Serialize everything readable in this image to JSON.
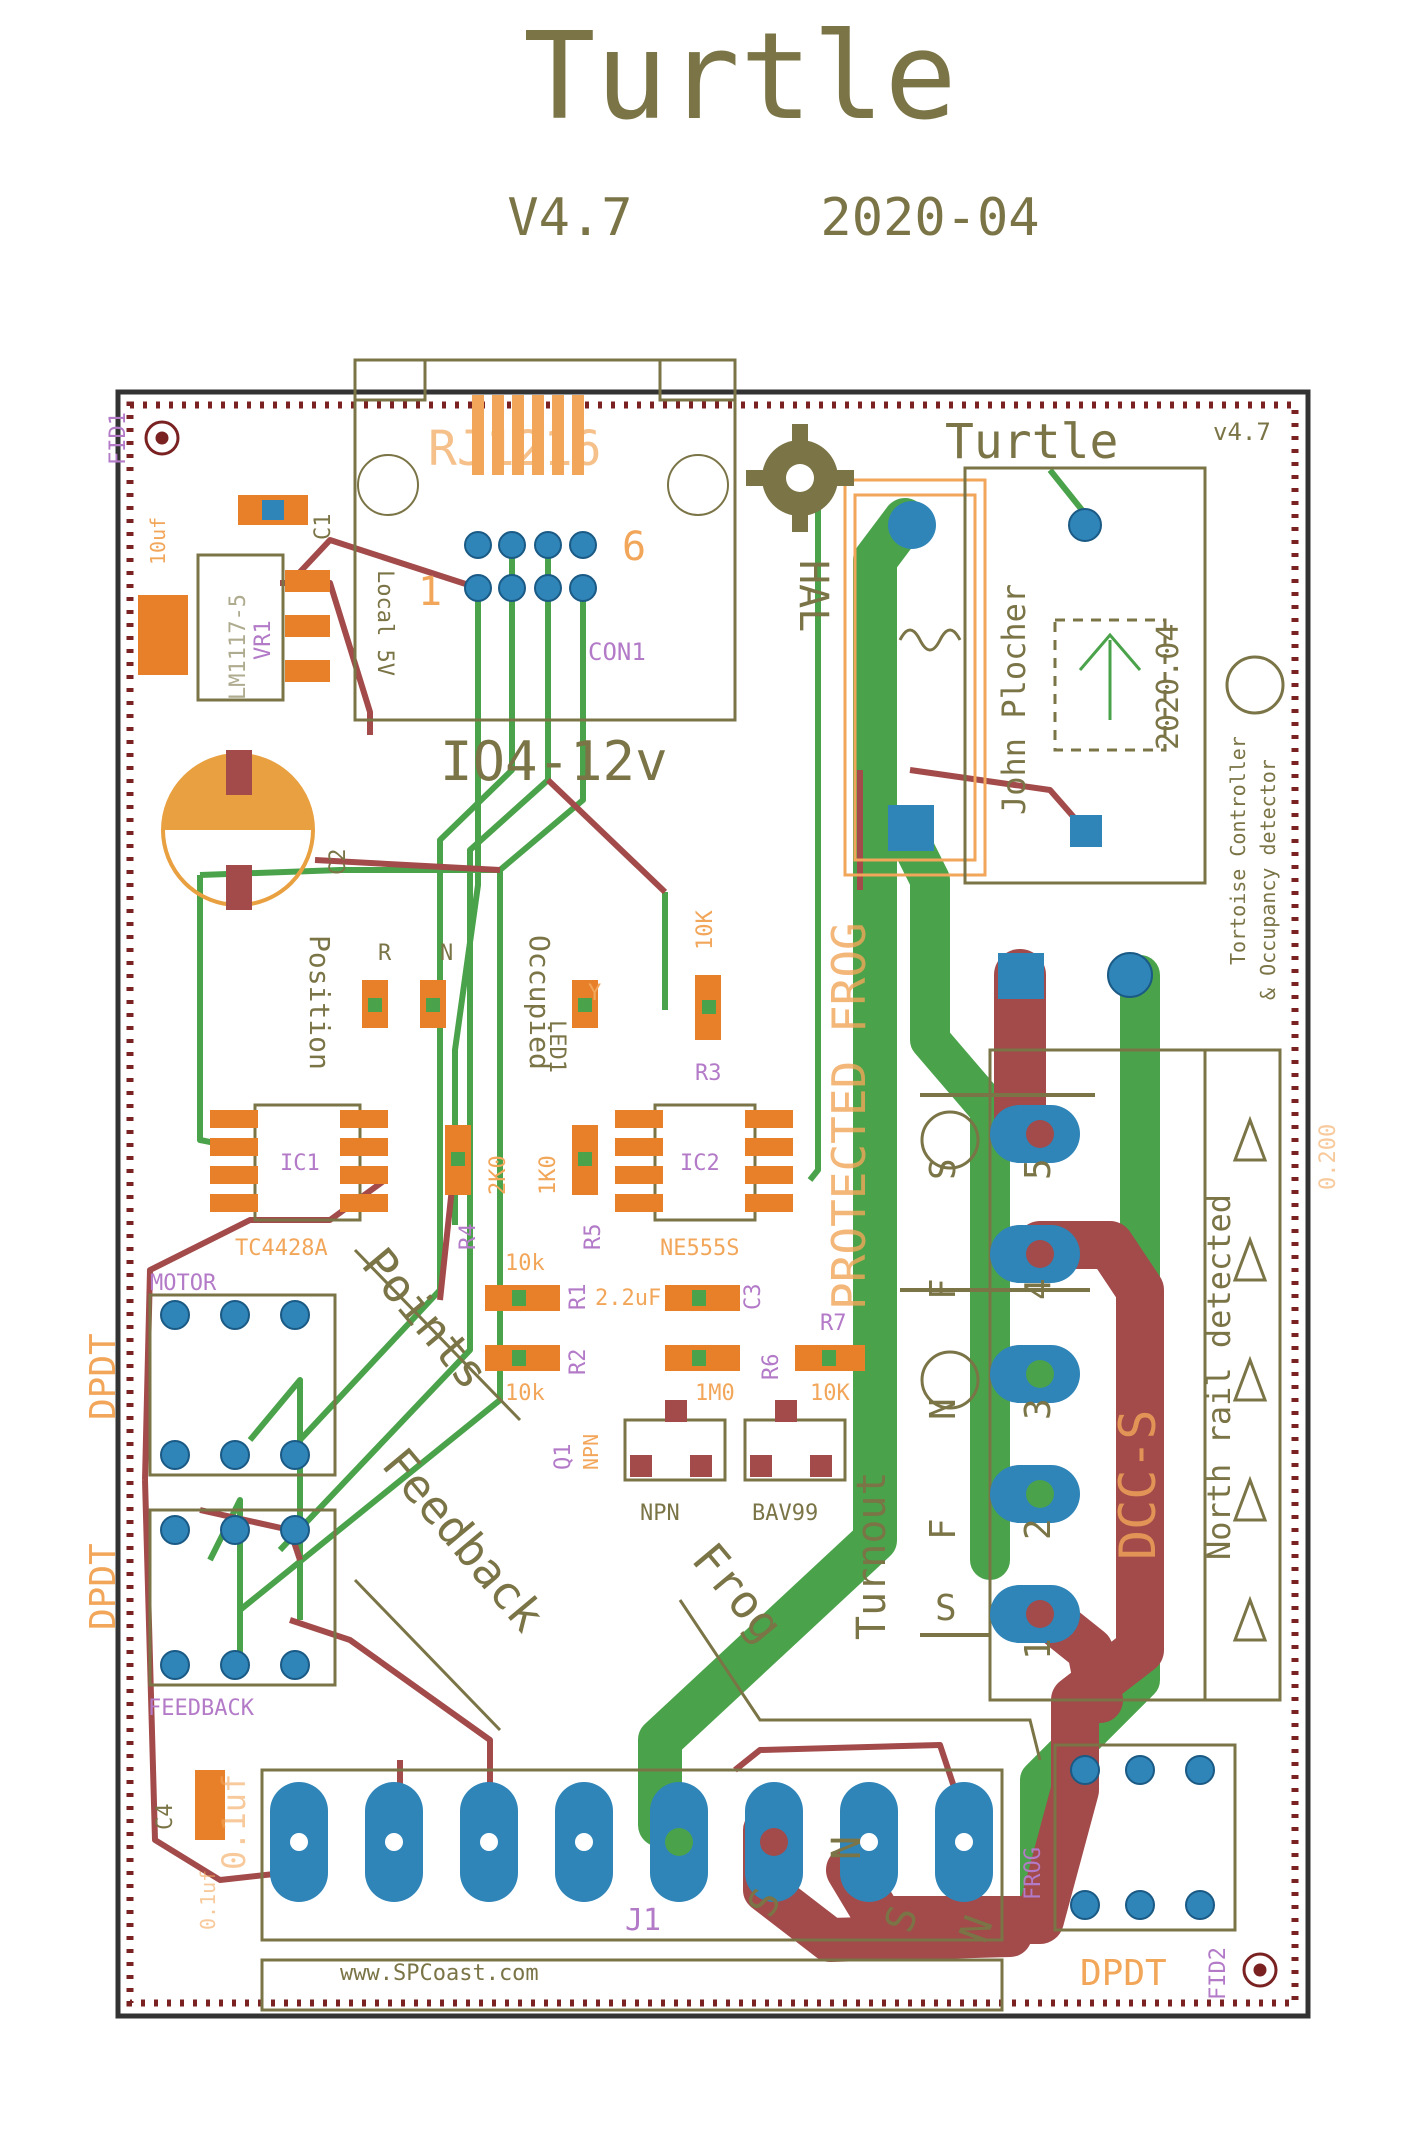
{
  "header": {
    "title": "Turtle",
    "version": "V4.7",
    "date": "2020-04"
  },
  "board": {
    "title": "Turtle",
    "version": "v4.7",
    "author": "John Plocher",
    "date": "2020.04",
    "description_line1": "Tortoise Controller",
    "description_line2": "& Occupancy detector",
    "website": "www.SPCoast.com",
    "power_label": "IO4-12v",
    "section_labels": {
      "points": "Points",
      "feedback": "Feedback",
      "frog": "Frog",
      "turnout": "Turnout",
      "dcc": "DCC-S",
      "north_rail": "North rail detected",
      "protected_frog": "PROTECTED FROG",
      "occupied": "Occupied",
      "position": "Position",
      "local5v": "Local 5V"
    },
    "connector_labels": {
      "rj": "RJ1216",
      "con1": "CON1",
      "j1": "J1",
      "pin1": "1",
      "pin6": "6"
    },
    "terminal_labels": [
      "5",
      "4",
      "3",
      "2",
      "1"
    ],
    "terminal_side_labels": [
      "S",
      "F",
      "N",
      "F",
      "S"
    ],
    "bottom_labels": [
      "S",
      "N",
      "S",
      "N"
    ],
    "components": {
      "vr1": "VR1",
      "vr1_value": "LM1117-5",
      "c1": "C1",
      "c1_value": "10uf",
      "c2": "C2",
      "ic1": "IC1",
      "ic1_value": "TC4428A",
      "ic2": "IC2",
      "ic2_value": "NE555S",
      "r1": "R1",
      "r1_value": "10k",
      "r2": "R2",
      "r2_value": "10k",
      "r3": "R3",
      "r3_value": "10K",
      "r4": "R4",
      "r4_value": "2K0",
      "r5": "R5",
      "r5_value": "1K0",
      "r6": "R6",
      "r6_value": "1M0",
      "r7": "R7",
      "r7_value": "10K",
      "c3": "C3",
      "c3_value": "2.2uF",
      "c4": "C4",
      "c4_value": "0.1uf",
      "q1": "Q1",
      "q1_value": "NPN",
      "d1_value": "BAV99",
      "npn": "NPN",
      "led": "LED1",
      "led_r": "R",
      "led_n": "N",
      "led_y": "Y",
      "hall": "HAL",
      "motor": "MOTOR",
      "feedback": "FEEDBACK",
      "dpdt": "DPDT",
      "frog_relay": "FROG",
      "fid1": "FID1",
      "fid2": "FID2",
      "dim": "0.200",
      "caps_value": "0.1uf"
    }
  },
  "colors": {
    "silk_olive": "#7a7446",
    "trace_red": "#a34a4a",
    "trace_green": "#4aa34a",
    "pad_blue": "#2f84b8",
    "smd_orange": "#e8802a",
    "label_orange": "#f2a65a",
    "label_purple": "#b37ac8",
    "board_outline": "#333333",
    "via_border": "#7a2222"
  }
}
